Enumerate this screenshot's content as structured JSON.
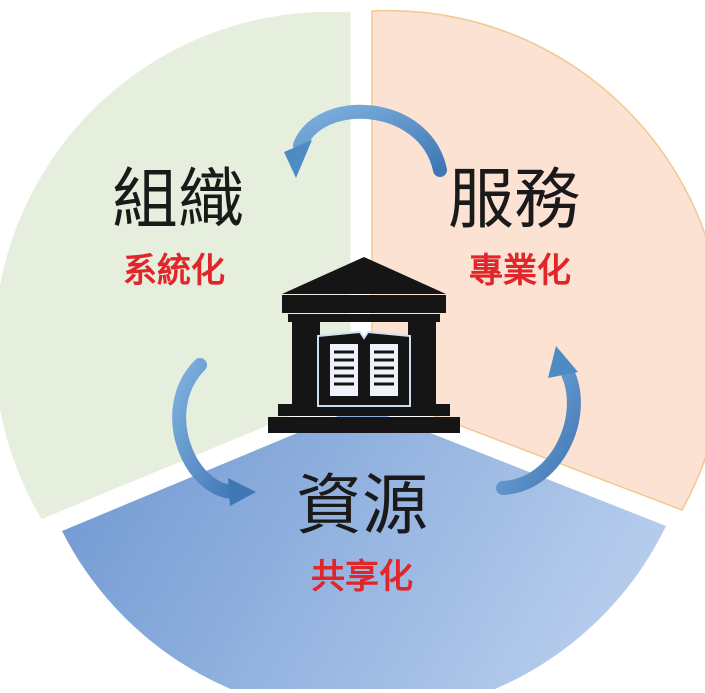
{
  "segments": {
    "organization": {
      "title": "組織",
      "subtitle": "系統化",
      "fill": "#e6efdd"
    },
    "service": {
      "title": "服務",
      "subtitle": "專業化",
      "fill": "#fbe2d3"
    },
    "resources": {
      "title": "資源",
      "subtitle": "共享化",
      "fill_start": "#6e97d1",
      "fill_end": "#b4cbec"
    }
  },
  "colors": {
    "title_text": "#1a1a1a",
    "subtitle_text": "#e0262b",
    "arrow": "#4f8bc3",
    "icon": "#151515"
  },
  "icons": {
    "center": "library-building-book-icon",
    "arrows": "curved-cycle-arrow-icon"
  }
}
